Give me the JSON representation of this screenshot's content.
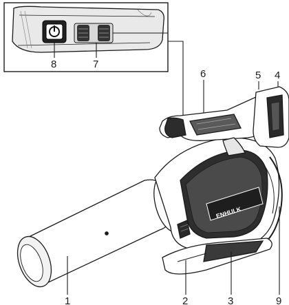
{
  "inset": {
    "labels": [
      {
        "id": "8",
        "text": "8"
      },
      {
        "id": "7",
        "text": "7"
      }
    ]
  },
  "callouts": [
    {
      "id": "1",
      "text": "1"
    },
    {
      "id": "2",
      "text": "2"
    },
    {
      "id": "3",
      "text": "3"
    },
    {
      "id": "4",
      "text": "4"
    },
    {
      "id": "5",
      "text": "5"
    },
    {
      "id": "6",
      "text": "6"
    },
    {
      "id": "9",
      "text": "9"
    }
  ],
  "brand": {
    "text": "ENHULK"
  },
  "colors": {
    "line": "#1a1a1a",
    "fill": "#ffffff",
    "shade": "#3a3a3a"
  }
}
